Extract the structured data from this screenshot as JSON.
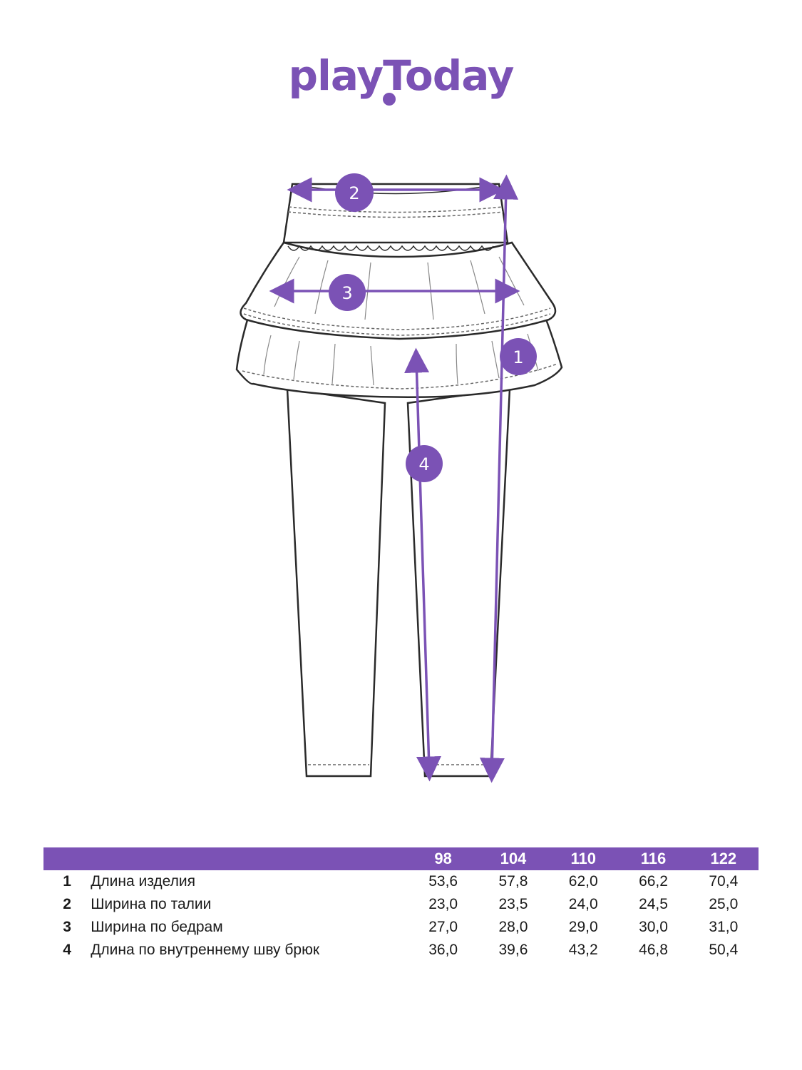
{
  "brand": {
    "name": "playToday",
    "color": "#7b52b5"
  },
  "badges": [
    {
      "label": "1"
    },
    {
      "label": "2"
    },
    {
      "label": "3"
    },
    {
      "label": "4"
    }
  ],
  "table": {
    "sizes": [
      "98",
      "104",
      "110",
      "116",
      "122"
    ],
    "rows": [
      {
        "num": "1",
        "label": "Длина изделия",
        "values": [
          "53,6",
          "57,8",
          "62,0",
          "66,2",
          "70,4"
        ]
      },
      {
        "num": "2",
        "label": "Ширина по талии",
        "values": [
          "23,0",
          "23,5",
          "24,0",
          "24,5",
          "25,0"
        ]
      },
      {
        "num": "3",
        "label": "Ширина по бедрам",
        "values": [
          "27,0",
          "28,0",
          "29,0",
          "30,0",
          "31,0"
        ]
      },
      {
        "num": "4",
        "label": "Длина по внутреннему шву брюк",
        "values": [
          "36,0",
          "39,6",
          "43,2",
          "46,8",
          "50,4"
        ]
      }
    ]
  }
}
